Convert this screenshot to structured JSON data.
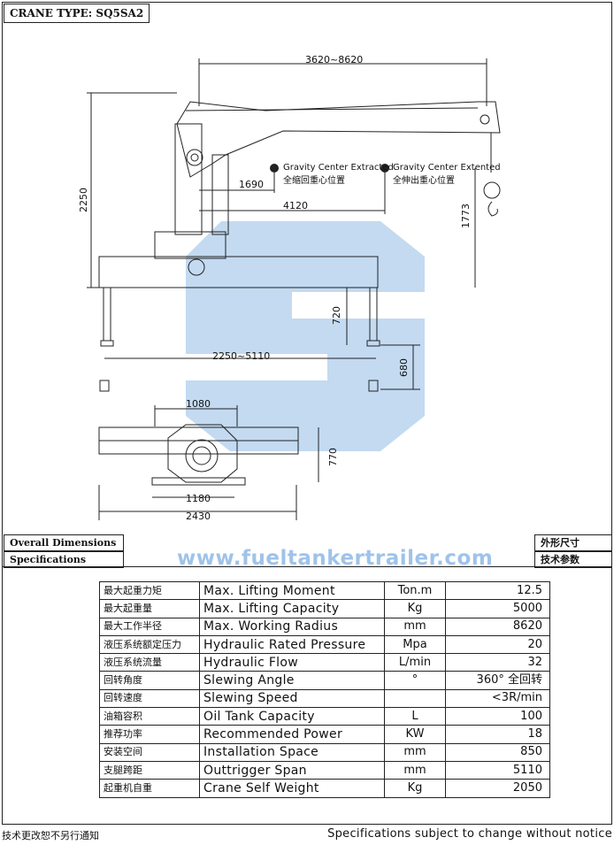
{
  "crane_type": "CRANE TYPE: SQ5SA2",
  "dimensions": {
    "boom_reach": "3620~8620",
    "gc_retracted": "1690",
    "gc_extended": "4120",
    "height_total": "2250",
    "hook_height": "1773",
    "outrigger_drop": "720",
    "outrigger_foot": "680",
    "outrigger_span": "2250~5110",
    "base_top_width": "1080",
    "base_bottom_width": "1180",
    "base_total_width": "2430",
    "base_depth": "770"
  },
  "gravity": {
    "extracted_en": "Gravity Center Extracted",
    "extracted_cn": "全缩回重心位置",
    "extended_en": "Gravity Center Extented",
    "extended_cn": "全伸出重心位置"
  },
  "watermark": "www.fueltankertrailer.com",
  "headers": {
    "overall_dimensions": "Overall Dimensions",
    "specifications": "Specifications",
    "overall_dimensions_cn": "外形尺寸",
    "specifications_cn": "技术参数"
  },
  "specs": [
    {
      "cn": "最大起重力矩",
      "en": "Max. Lifting Moment",
      "unit": "Ton.m",
      "value": "12.5"
    },
    {
      "cn": "最大起重量",
      "en": "Max. Lifting Capacity",
      "unit": "Kg",
      "value": "5000"
    },
    {
      "cn": "最大工作半径",
      "en": "Max. Working Radius",
      "unit": "mm",
      "value": "8620"
    },
    {
      "cn": "液压系统额定压力",
      "en": "Hydraulic Rated Pressure",
      "unit": "Mpa",
      "value": "20"
    },
    {
      "cn": "液压系统流量",
      "en": "Hydraulic Flow",
      "unit": "L/min",
      "value": "32"
    },
    {
      "cn": "回转角度",
      "en": "Slewing Angle",
      "unit": "°",
      "value": "360° 全回转"
    },
    {
      "cn": "回转速度",
      "en": "Slewing Speed",
      "unit": "",
      "value": "<3R/min"
    },
    {
      "cn": "油箱容积",
      "en": "Oil Tank Capacity",
      "unit": "L",
      "value": "100"
    },
    {
      "cn": "推荐功率",
      "en": "Recommended Power",
      "unit": "KW",
      "value": "18"
    },
    {
      "cn": "安装空间",
      "en": "Installation Space",
      "unit": "mm",
      "value": "850"
    },
    {
      "cn": "支腿跨距",
      "en": "Outtrigger Span",
      "unit": "mm",
      "value": "5110"
    },
    {
      "cn": "起重机自重",
      "en": "Crane Self Weight",
      "unit": "Kg",
      "value": "2050"
    }
  ],
  "footer": {
    "cn": "技术更改恕不另行通知",
    "en": "Specifications subject to change without notice"
  },
  "colors": {
    "logo_blue": "#b9d3ee",
    "watermark": "#9fc3ea",
    "line": "#222222"
  }
}
